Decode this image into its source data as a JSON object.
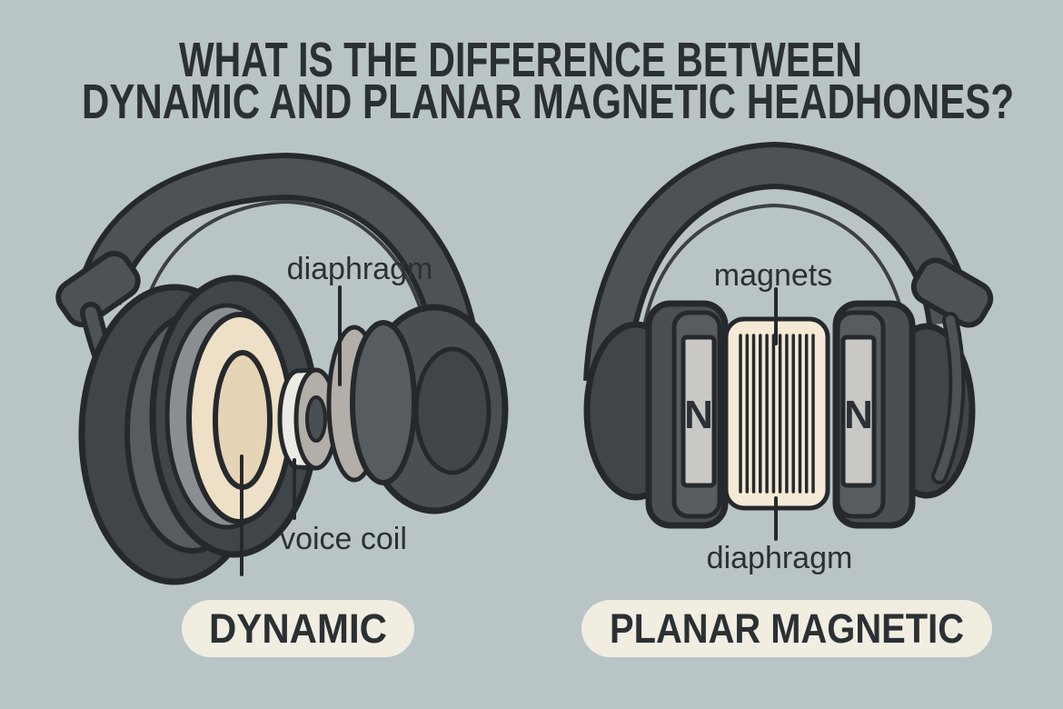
{
  "title": {
    "line1": "WHAT IS THE DIFFERENCE BETWEEN",
    "line2": "DYNAMIC AND PLANAR MAGNETIC HEADHONES?"
  },
  "dynamic_section": {
    "badge_label": "DYNAMIC",
    "labels": {
      "diaphragm": "diaphragm",
      "voice_coil": "voice coil"
    }
  },
  "planar_section": {
    "badge_label": "PLANAR MAGNETIC",
    "labels": {
      "magnets": "magnets",
      "diaphragm": "diaphragm",
      "left_magnet_pole": "N",
      "right_magnet_pole": "N"
    }
  },
  "colors": {
    "background": "#b9c4c7",
    "outline_ink": "#26292c",
    "text_ink": "#2b3034",
    "headband_gray": "#4d5256",
    "cup_dark": "#40454a",
    "cup_mid": "#4a4f53",
    "cup_light": "#575c60",
    "cup_wall_gray": "#8b8e90",
    "cone_cream": "#eee0c6",
    "cone_cream_inner": "#e5d5b6",
    "diaphragm_cream": "#f4ead6",
    "badge_cream": "#f1ede1",
    "magnet_bar_gray": "#c9c8c5",
    "coil_white": "#eceae4",
    "metal_gray": "#b3aea8"
  }
}
